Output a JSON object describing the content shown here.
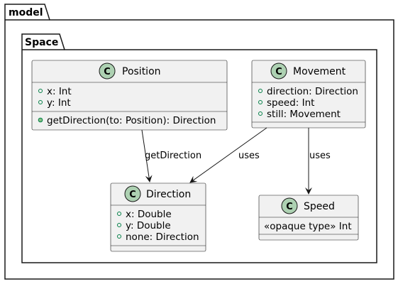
{
  "packages": {
    "outer": {
      "name": "model"
    },
    "inner": {
      "name": "Space"
    }
  },
  "classes": {
    "position": {
      "name": "Position",
      "icon_letter": "C",
      "fields": [
        "x: Int",
        "y: Int"
      ],
      "methods": [
        "getDirection(to: Position): Direction"
      ]
    },
    "movement": {
      "name": "Movement",
      "icon_letter": "C",
      "fields": [
        "direction: Direction",
        "speed: Int",
        "still: Movement"
      ],
      "methods": []
    },
    "direction": {
      "name": "Direction",
      "icon_letter": "C",
      "fields": [
        "x: Double",
        "y: Double",
        "none: Direction"
      ],
      "methods": []
    },
    "speed": {
      "name": "Speed",
      "icon_letter": "C",
      "body": "«opaque type» Int"
    }
  },
  "relations": [
    {
      "from": "Position",
      "to": "Direction",
      "label": "getDirection"
    },
    {
      "from": "Movement",
      "to": "Direction",
      "label": "uses"
    },
    {
      "from": "Movement",
      "to": "Speed",
      "label": "uses"
    }
  ],
  "colors": {
    "class_fill": "#f1f1f1",
    "class_border": "#181818",
    "class_icon": "#add1b2",
    "member_marker": "#038048",
    "line": "#181818"
  }
}
